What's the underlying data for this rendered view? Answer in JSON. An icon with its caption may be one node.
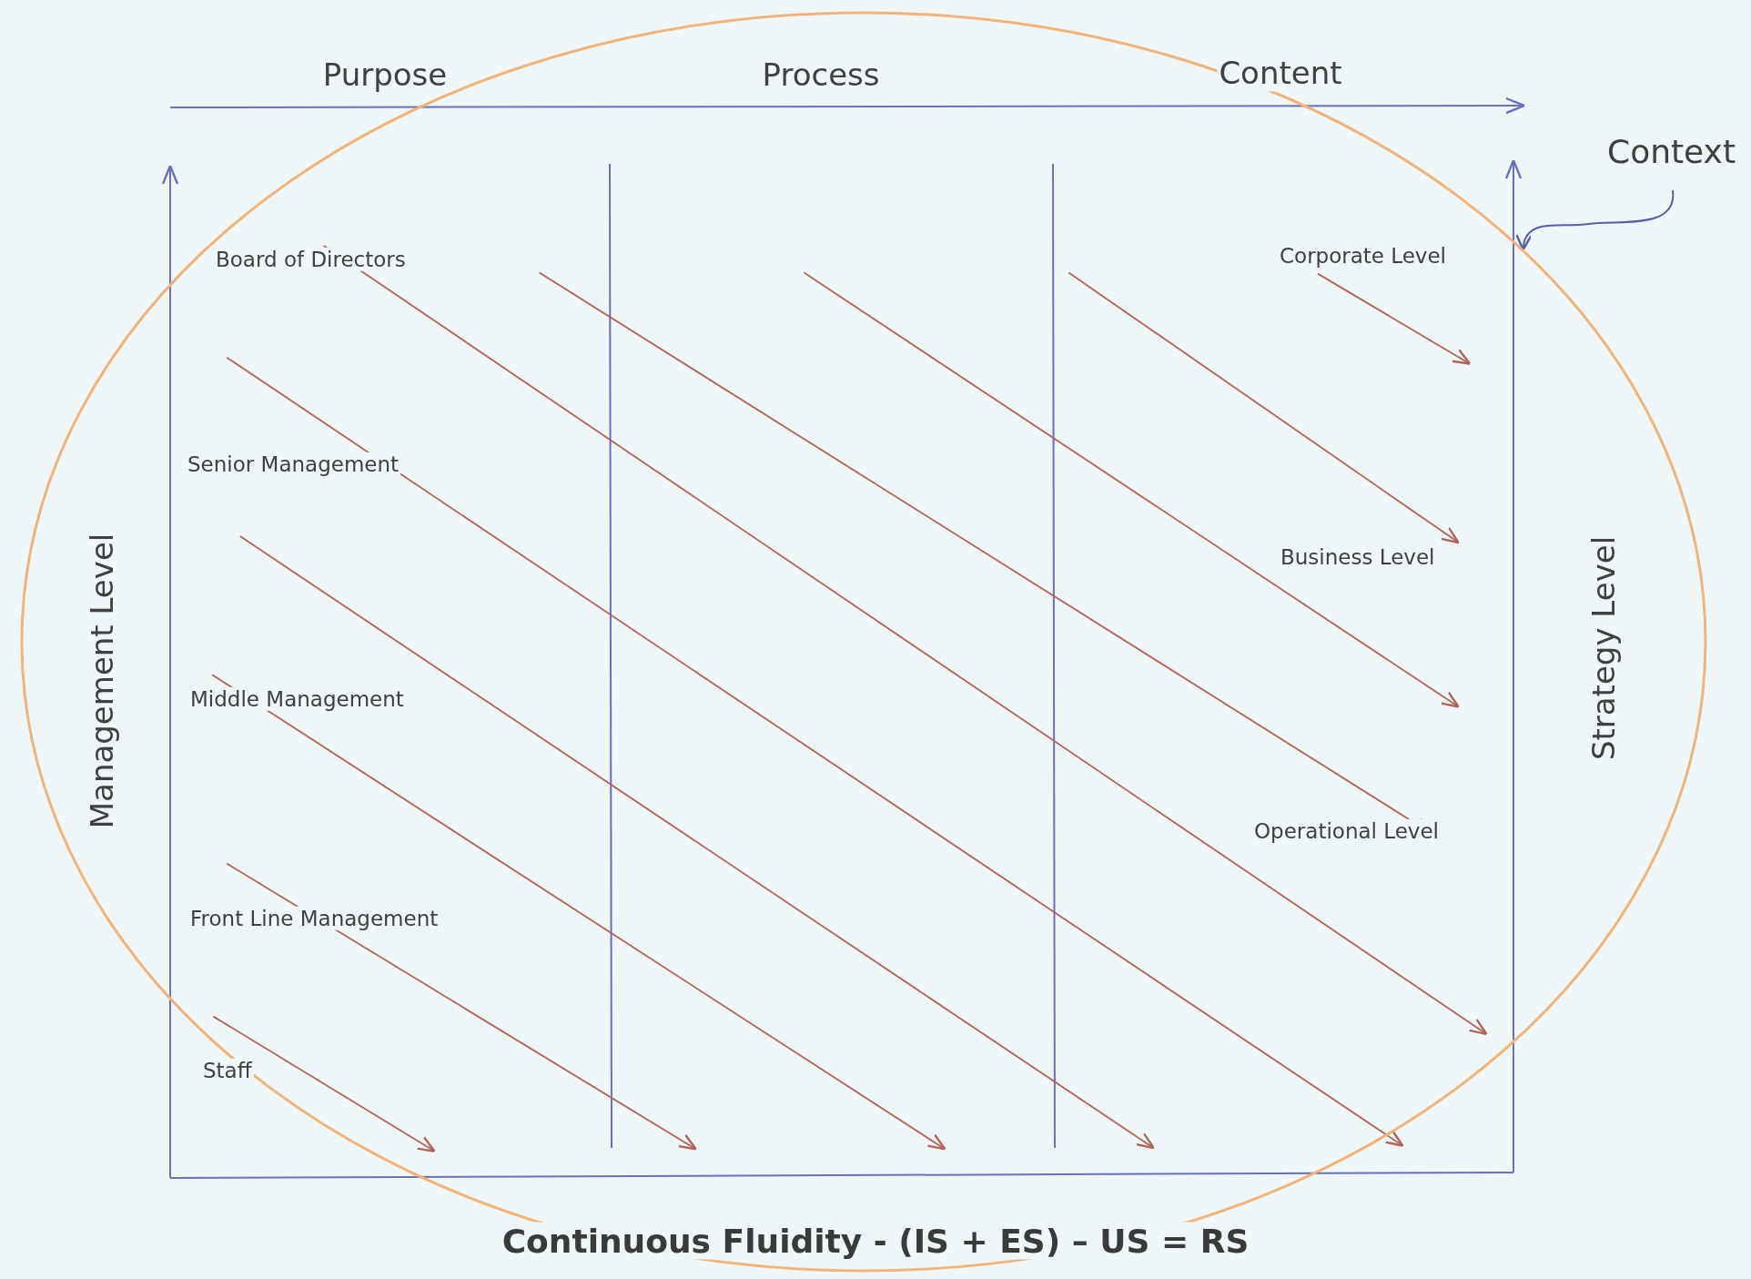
{
  "diagram": {
    "caption": "Continuous Fluidity - (IS + ES) – US = RS",
    "nodes": [
      {
        "text": [
          "Context"
        ]
      },
      {
        "text": [],
        "shape": "circle"
      }
    ],
    "edges": [
      {
        "from": 0,
        "to": 1,
        "arrow": "to"
      }
    ],
    "labels": [
      "Purpose",
      "Process",
      "Content",
      "Management Level",
      "Strategy Level",
      "Board of Directors",
      "Corporate Level",
      "Senior Management",
      "Business Level",
      "Middle Management",
      "Operational Level",
      "Front Line Management",
      "Staff"
    ]
  }
}
